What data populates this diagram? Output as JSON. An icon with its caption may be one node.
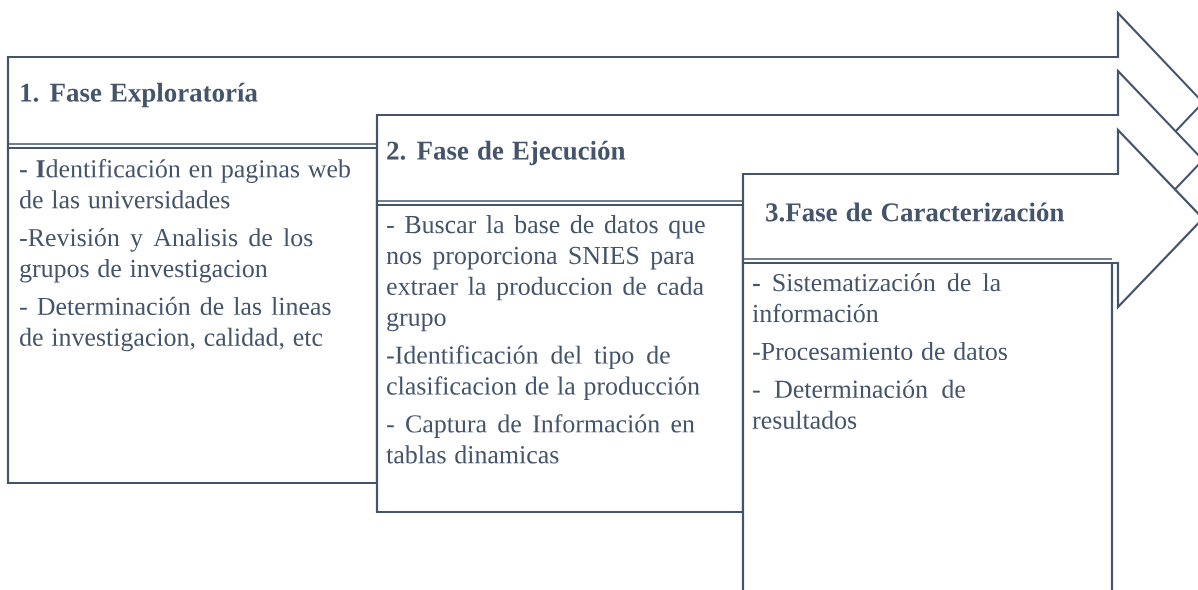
{
  "diagram": {
    "nodes": [
      {
        "text": [
          "1. Fase Exploratoría"
        ]
      },
      {
        "text": [
          "**- I**dentificación en paginas web de las universidades",
          "-Revisión y Analisis de los grupos de investigacion",
          "- Determinación de las lineas de investigacion, calidad, etc"
        ]
      },
      {
        "text": [
          "2. Fase de Ejecución"
        ]
      },
      {
        "text": [
          "- Buscar la base de datos que nos proporciona SNIES para extraer la produccion de cada grupo",
          "-Identificación del tipo de clasificacion de la producción",
          "- Captura de Información en tablas dinamicas"
        ]
      },
      {
        "text": [
          "3.Fase de Caracterización"
        ]
      },
      {
        "text": [
          "**-** Sistematización de la información",
          "-Procesamiento de datos",
          "- Determinación de resultados"
        ]
      }
    ]
  }
}
